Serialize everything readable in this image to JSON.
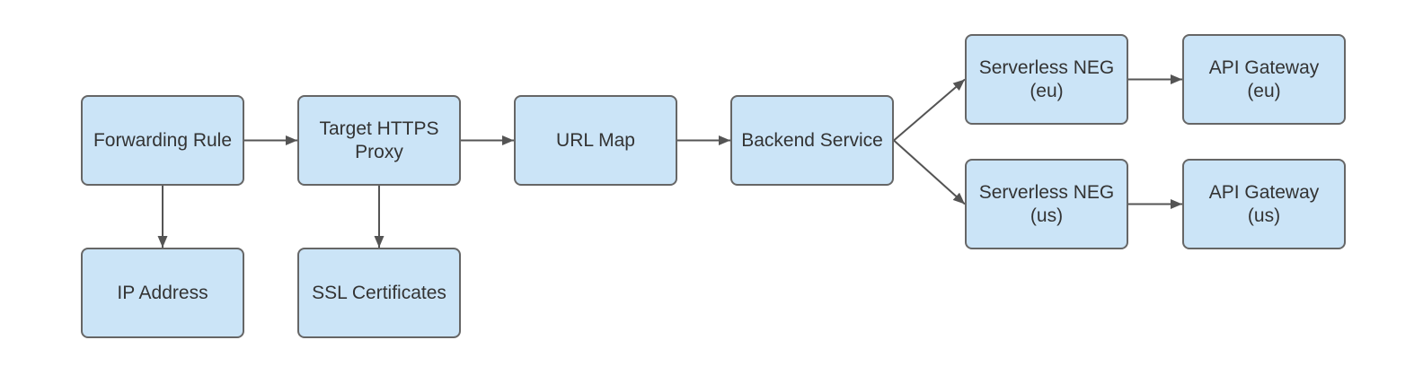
{
  "diagram": {
    "colors": {
      "background": "#ffffff",
      "node_fill": "#cbe4f7",
      "node_border": "#666666",
      "arrow_color": "#545454",
      "text_color": "#333333"
    },
    "nodes": [
      {
        "id": "forwarding-rule",
        "label": "Forwarding Rule"
      },
      {
        "id": "target-https-proxy",
        "label": "Target HTTPS\nProxy"
      },
      {
        "id": "url-map",
        "label": "URL Map"
      },
      {
        "id": "backend-service",
        "label": "Backend Service"
      },
      {
        "id": "serverless-neg-eu",
        "label": "Serverless NEG\n(eu)"
      },
      {
        "id": "api-gateway-eu",
        "label": "API Gateway\n(eu)"
      },
      {
        "id": "serverless-neg-us",
        "label": "Serverless NEG\n(us)"
      },
      {
        "id": "api-gateway-us",
        "label": "API Gateway\n(us)"
      },
      {
        "id": "ip-address",
        "label": "IP Address"
      },
      {
        "id": "ssl-certificates",
        "label": "SSL Certificates"
      }
    ],
    "edges": [
      {
        "from": "forwarding-rule",
        "to": "target-https-proxy"
      },
      {
        "from": "target-https-proxy",
        "to": "url-map"
      },
      {
        "from": "url-map",
        "to": "backend-service"
      },
      {
        "from": "backend-service",
        "to": "serverless-neg-eu"
      },
      {
        "from": "backend-service",
        "to": "serverless-neg-us"
      },
      {
        "from": "serverless-neg-eu",
        "to": "api-gateway-eu"
      },
      {
        "from": "serverless-neg-us",
        "to": "api-gateway-us"
      },
      {
        "from": "forwarding-rule",
        "to": "ip-address"
      },
      {
        "from": "target-https-proxy",
        "to": "ssl-certificates"
      }
    ]
  }
}
